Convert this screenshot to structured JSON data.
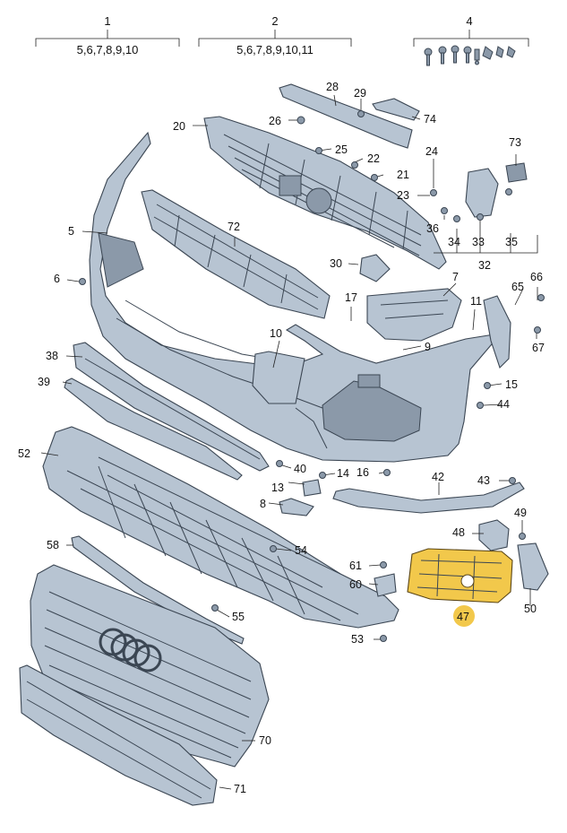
{
  "groups": [
    {
      "id": "1",
      "items": "5,6,7,8,9,10"
    },
    {
      "id": "2",
      "items": "5,6,7,8,9,10,11"
    },
    {
      "id": "4",
      "items": ""
    }
  ],
  "labels": {
    "p5": "5",
    "p6": "6",
    "p7": "7",
    "p8": "8",
    "p9": "9",
    "p10": "10",
    "p11": "11",
    "p13": "13",
    "p14": "14",
    "p15": "15",
    "p16": "16",
    "p17": "17",
    "p20": "20",
    "p21": "21",
    "p22": "22",
    "p23": "23",
    "p24": "24",
    "p25": "25",
    "p26": "26",
    "p28": "28",
    "p29": "29",
    "p30": "30",
    "p32": "32",
    "p33": "33",
    "p34": "34",
    "p35": "35",
    "p36": "36",
    "p38": "38",
    "p39": "39",
    "p40": "40",
    "p42": "42",
    "p43": "43",
    "p44": "44",
    "p47": "47",
    "p48": "48",
    "p49": "49",
    "p50": "50",
    "p52": "52",
    "p53": "53",
    "p54": "54",
    "p55": "55",
    "p58": "58",
    "p60": "60",
    "p61": "61",
    "p65": "65",
    "p66": "66",
    "p67": "67",
    "p70": "70",
    "p71": "71",
    "p72": "72",
    "p73": "73",
    "p74": "74"
  },
  "highlight": {
    "part": "47",
    "color": "#f2c84b"
  }
}
